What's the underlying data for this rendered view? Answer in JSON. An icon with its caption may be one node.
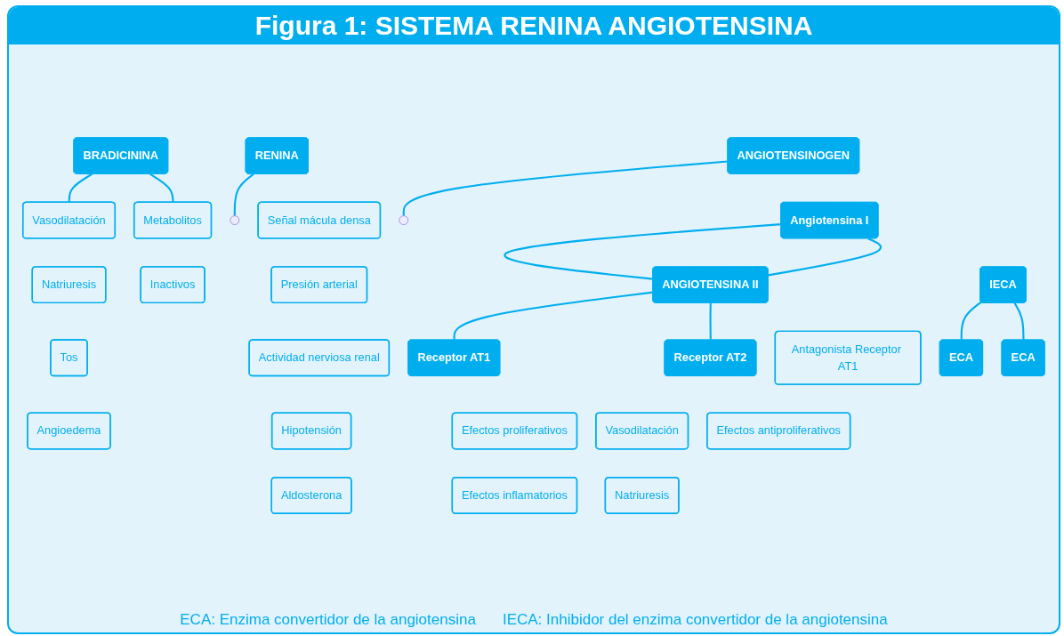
{
  "diagram": {
    "title": "Figura 1: SISTEMA RENINA ANGIOTENSINA",
    "nodes": [
      {
        "text": [
          "ANGIOTENSINOGEN"
        ]
      },
      {
        "text": [
          "RENINA"
        ]
      },
      {
        "text": [
          "Señal mácula densa"
        ]
      },
      {
        "text": [
          "Presión arterial"
        ]
      },
      {
        "text": [
          "Actividad nerviosa renal"
        ]
      },
      {
        "text": [
          "BRADICININA"
        ]
      },
      {
        "text": [
          "Angiotensina I"
        ]
      },
      {
        "text": [
          "ECA"
        ]
      },
      {
        "text": [
          "IECA"
        ]
      },
      {
        "text": [
          "ECA"
        ]
      },
      {
        "text": [
          "ANGIOTENSINA II"
        ]
      },
      {
        "text": [
          "Vasodilatación"
        ]
      },
      {
        "text": [
          "Natriuresis"
        ]
      },
      {
        "text": [
          "Tos"
        ]
      },
      {
        "text": [
          "Angioedema"
        ]
      },
      {
        "text": [
          "Metabolitos"
        ]
      },
      {
        "text": [
          "Inactivos"
        ]
      },
      {
        "text": [
          "Antagonista Receptor AT1"
        ]
      },
      {
        "text": [
          "Receptor AT1"
        ]
      },
      {
        "text": [
          "Receptor AT2"
        ]
      },
      {
        "text": [
          "Hipotensión"
        ]
      },
      {
        "text": [
          "Efectos proliferativos"
        ]
      },
      {
        "text": [
          "Aldosterona"
        ]
      },
      {
        "text": [
          "Efectos inflamatorios"
        ]
      },
      {
        "text": [
          "Vasodilatación"
        ]
      },
      {
        "text": [
          "Efectos antiproliferativos"
        ]
      },
      {
        "text": [
          "Natriuresis"
        ]
      }
    ],
    "edges": [
      {
        "from": 0,
        "to": null,
        "arrow": "none"
      },
      {
        "from": 1,
        "to": null,
        "arrow": "none"
      },
      {
        "from": 6,
        "to": 10,
        "arrow": "none"
      },
      {
        "from": 6,
        "to": 10,
        "arrow": "none"
      },
      {
        "from": 8,
        "to": 7,
        "arrow": "none"
      },
      {
        "from": 8,
        "to": 9,
        "arrow": "none"
      },
      {
        "from": 5,
        "to": 11,
        "arrow": "none"
      },
      {
        "from": 5,
        "to": 15,
        "arrow": "none"
      },
      {
        "from": 10,
        "to": 18,
        "arrow": "none"
      },
      {
        "from": 10,
        "to": 19,
        "arrow": "none"
      }
    ],
    "labels": [
      "ECA: Enzima convertidor de la angiotensina",
      "IECA: Inhibidor del enzima convertidor de la angiotensina"
    ]
  }
}
